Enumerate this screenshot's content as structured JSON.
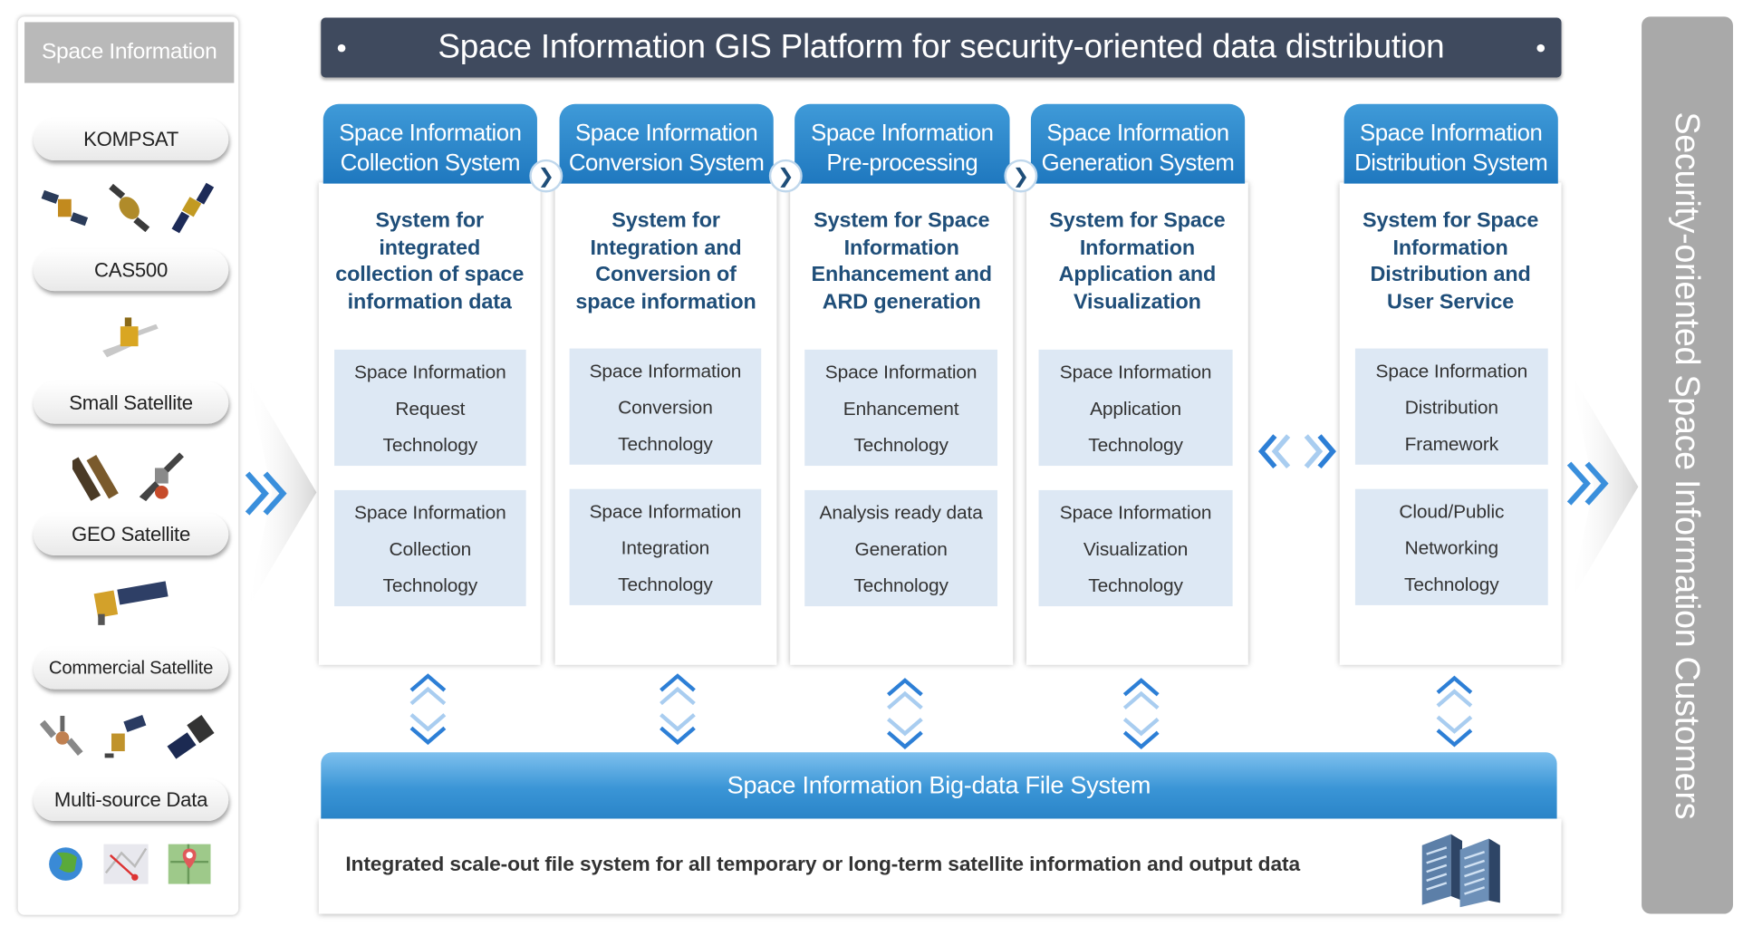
{
  "title": "Space Information GIS Platform for security-oriented data distribution",
  "left_panel": {
    "header": "Space Information",
    "sources": [
      {
        "label": "KOMPSAT"
      },
      {
        "label": "CAS500"
      },
      {
        "label": "Small Satellite"
      },
      {
        "label": "GEO Satellite"
      },
      {
        "label": "Commercial Satellite"
      },
      {
        "label": "Multi-source Data"
      }
    ]
  },
  "columns": [
    {
      "head": [
        "Space Information",
        "Collection System"
      ],
      "desc": [
        "System for",
        "integrated",
        "collection of space",
        "information data"
      ],
      "tech": [
        [
          "Space Information",
          "Request",
          "Technology"
        ],
        [
          "Space Information",
          "Collection",
          "Technology"
        ]
      ]
    },
    {
      "head": [
        "Space Information",
        "Conversion System"
      ],
      "desc": [
        "System for",
        "Integration and",
        "Conversion of",
        "space information"
      ],
      "tech": [
        [
          "Space Information",
          "Conversion",
          "Technology"
        ],
        [
          "Space Information",
          "Integration",
          "Technology"
        ]
      ]
    },
    {
      "head": [
        "Space Information",
        "Pre-processing"
      ],
      "desc": [
        "System for Space",
        "Information",
        "Enhancement and",
        "ARD generation"
      ],
      "tech": [
        [
          "Space Information",
          "Enhancement",
          "Technology"
        ],
        [
          "Analysis ready data",
          "Generation",
          "Technology"
        ]
      ]
    },
    {
      "head": [
        "Space Information",
        "Generation System"
      ],
      "desc": [
        "System for Space",
        "Information",
        "Application and",
        "Visualization"
      ],
      "tech": [
        [
          "Space Information",
          "Application",
          "Technology"
        ],
        [
          "Space Information",
          "Visualization",
          "Technology"
        ]
      ]
    },
    {
      "head": [
        "Space Information",
        "Distribution System"
      ],
      "desc": [
        "System for Space",
        "Information",
        "Distribution and",
        "User Service"
      ],
      "tech": [
        [
          "Space Information",
          "Distribution",
          "Framework"
        ],
        [
          "Cloud/Public",
          "Networking",
          "Technology"
        ]
      ]
    }
  ],
  "connector_glyph": "❯",
  "bottom": {
    "bar_label": "Space Information Big-data File System",
    "description": "Integrated scale-out file system for all temporary or long-term satellite information and output data"
  },
  "right_panel": {
    "label": "Security-oriented Space Information Customers"
  },
  "colors": {
    "title_bg": "#3f4a5e",
    "column_head": "#2a86cc",
    "desc_text": "#1f4e79",
    "tech_bg": "#dde8f4",
    "arrow_blue": "#3a8fdc",
    "right_bg": "#a9a9a9"
  }
}
